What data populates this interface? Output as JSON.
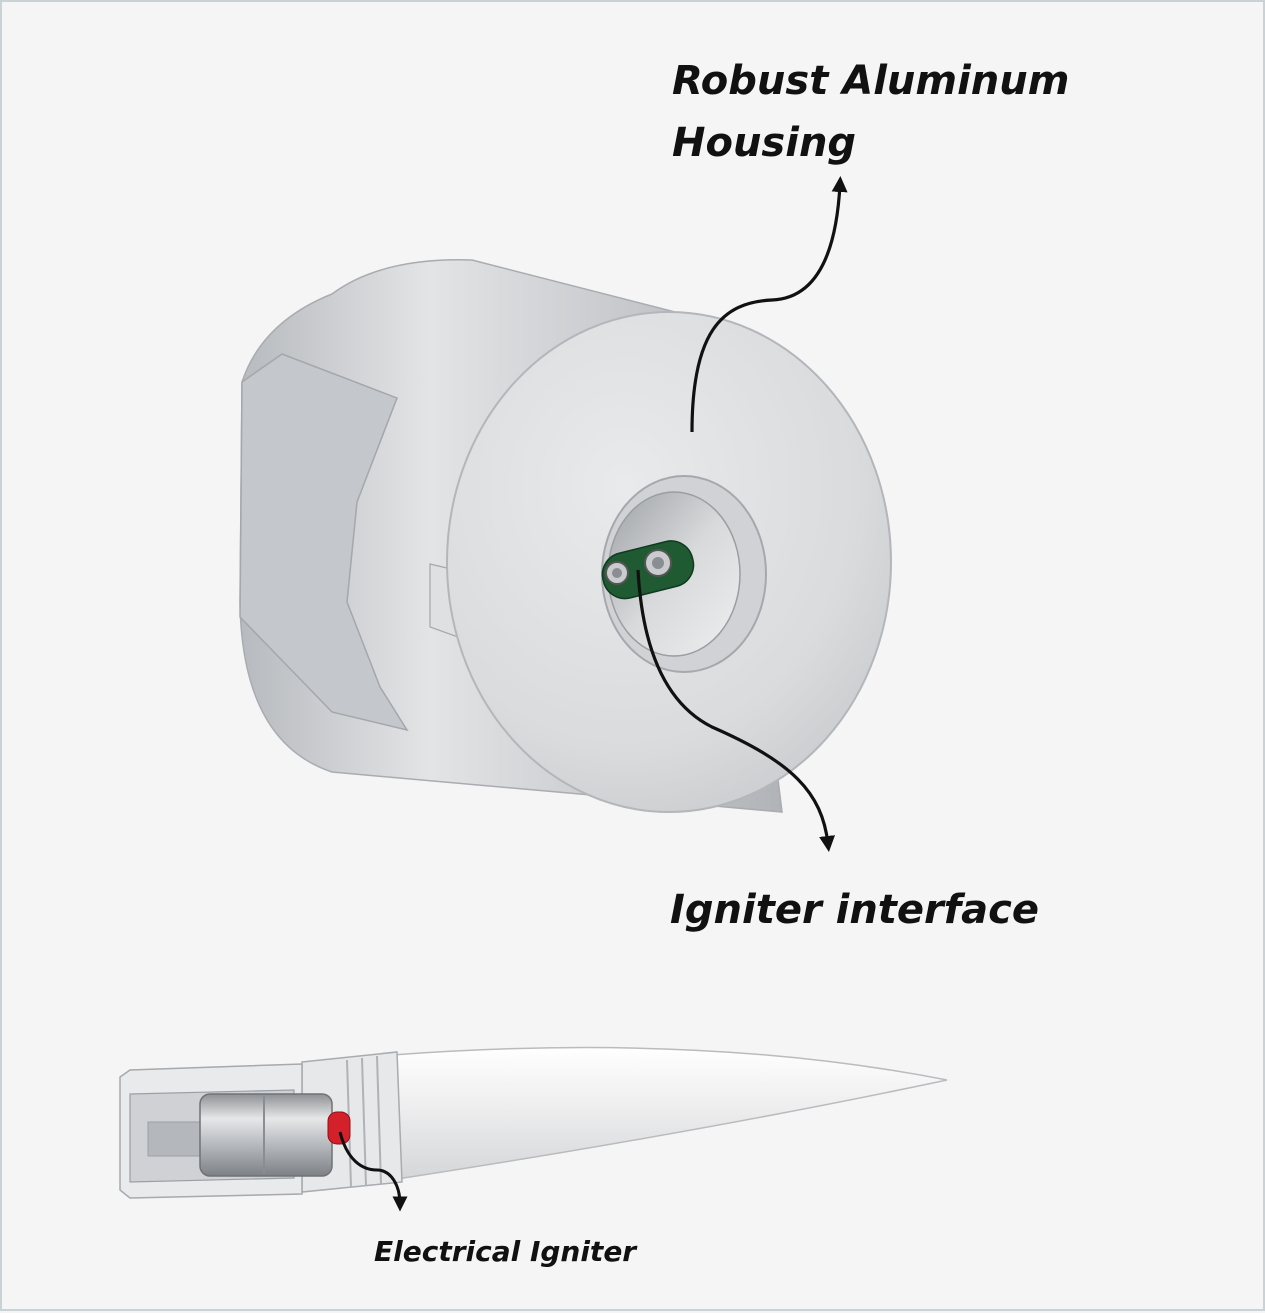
{
  "labels": {
    "housing_line1": "Robust Aluminum",
    "housing_line2": "Housing",
    "igniter_interface": "Igniter interface",
    "electrical_igniter": "Electrical Igniter"
  },
  "colors": {
    "background": "#f4f5f4",
    "frame": "#c9d3d6",
    "aluminum": "#d3d5d8",
    "pcb": "#1f5a32",
    "igniter_tip": "#d4202a",
    "annotation": "#111111"
  }
}
